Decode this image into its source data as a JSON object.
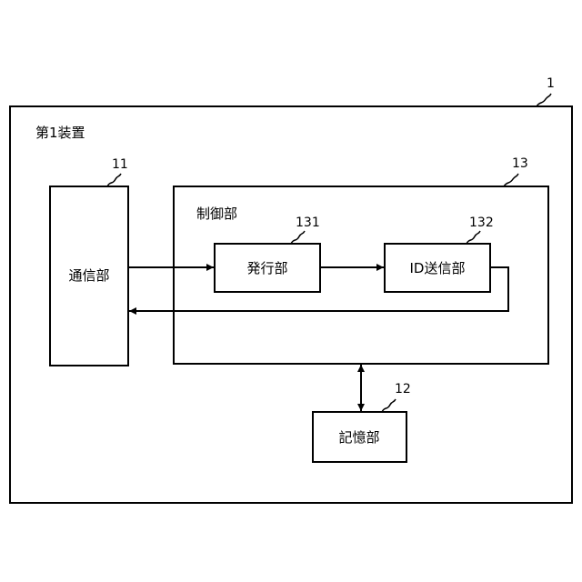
{
  "device": {
    "ref": "1",
    "label": "第1装置"
  },
  "communication_unit": {
    "ref": "11",
    "label": "通信部"
  },
  "storage_unit": {
    "ref": "12",
    "label": "記憶部"
  },
  "control_unit": {
    "ref": "13",
    "label": "制御部"
  },
  "issuing_unit": {
    "ref": "131",
    "label": "発行部"
  },
  "id_sender_unit": {
    "ref": "132",
    "label": "ID送信部"
  }
}
